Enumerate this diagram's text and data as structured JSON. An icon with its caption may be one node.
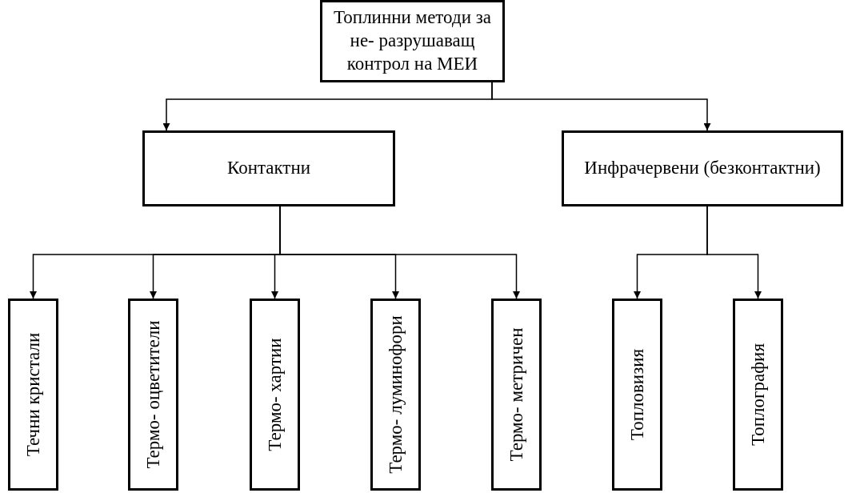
{
  "diagram": {
    "nodes": [
      {
        "text": [
          "Топлинни методи за не- разрушаващ контрол на МЕИ"
        ]
      },
      {
        "text": [
          "Контактни"
        ]
      },
      {
        "text": [
          "Инфрачервени (безконтактни)"
        ]
      },
      {
        "text": [
          "Течни кристали"
        ]
      },
      {
        "text": [
          "Термо- оцветители"
        ]
      },
      {
        "text": [
          "Термо- хартии"
        ]
      },
      {
        "text": [
          "Термо- луминофори"
        ]
      },
      {
        "text": [
          "Термо- метричен"
        ]
      },
      {
        "text": [
          "Топловизия"
        ]
      },
      {
        "text": [
          "Топлография"
        ]
      }
    ],
    "edges": [
      {
        "from": 0,
        "to": 1,
        "arrow": "to"
      },
      {
        "from": 0,
        "to": 2,
        "arrow": "to"
      },
      {
        "from": 1,
        "to": 3,
        "arrow": "to"
      },
      {
        "from": 1,
        "to": 4,
        "arrow": "to"
      },
      {
        "from": 1,
        "to": 5,
        "arrow": "to"
      },
      {
        "from": 1,
        "to": 6,
        "arrow": "to"
      },
      {
        "from": 1,
        "to": 7,
        "arrow": "to"
      },
      {
        "from": 2,
        "to": 8,
        "arrow": "to"
      },
      {
        "from": 2,
        "to": 9,
        "arrow": "to"
      }
    ]
  }
}
